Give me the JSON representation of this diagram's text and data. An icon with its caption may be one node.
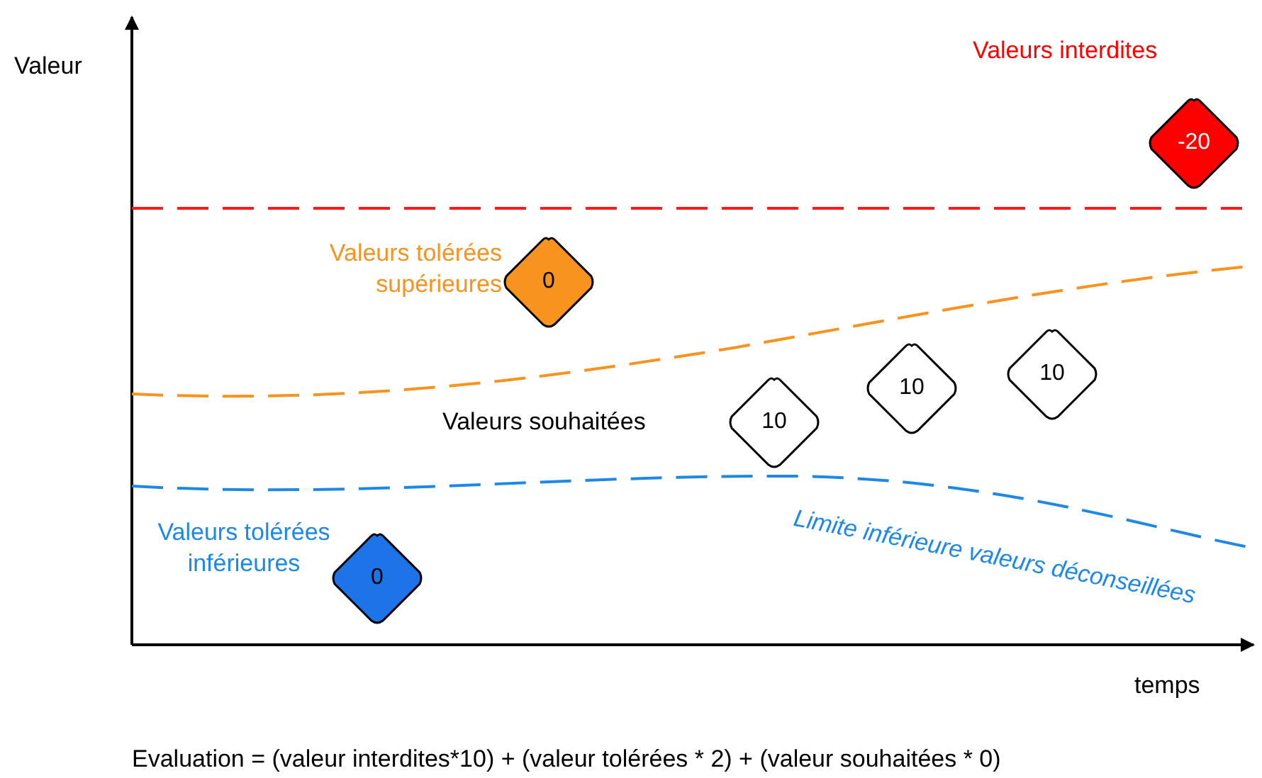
{
  "diagram": {
    "caption": "Evaluation = (valeur interdites*10) + (valeur tolérées * 2) + (valeur souhaitées * 0)",
    "nodes": [
      {
        "text": [
          "-20"
        ]
      },
      {
        "text": [
          "0"
        ]
      },
      {
        "text": [
          "10"
        ]
      },
      {
        "text": [
          "10"
        ]
      },
      {
        "text": [
          "10"
        ]
      },
      {
        "text": [
          "0"
        ]
      }
    ],
    "labels": [
      "Valeur",
      "Valeurs interdites",
      "Valeurs tolérées supérieures",
      "Valeurs souhaitées",
      "Limite inférieure valeurs déconseillées",
      "Valeurs tolérées inférieures",
      "temps"
    ]
  }
}
